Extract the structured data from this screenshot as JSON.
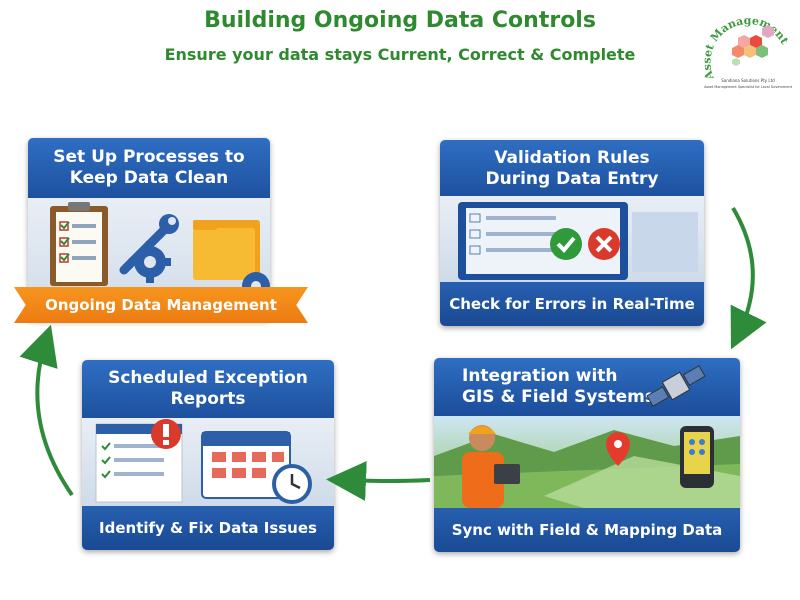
{
  "header": {
    "title": "Building Ongoing Data Controls",
    "subtitle": "Ensure your data stays Current, Correct & Complete"
  },
  "logo": {
    "text": "Asset Management",
    "line1": "Sandiana Solutions Pty Ltd",
    "line2": "Asset Management Specialist for Local Government"
  },
  "cards": {
    "setup": {
      "title_line1": "Set Up Processes to",
      "title_line2": "Keep Data Clean",
      "ribbon": "Ongoing Data Management"
    },
    "validation": {
      "title_line1": "Validation Rules",
      "title_line2": "During Data Entry",
      "footer": "Check for Errors in Real-Time"
    },
    "integration": {
      "title_line1": "Integration with",
      "title_line2": "GIS & Field Systems",
      "footer": "Sync with Field & Mapping Data"
    },
    "exceptions": {
      "title_line1": "Scheduled Exception",
      "title_line2": "Reports",
      "footer": "Identify & Fix Data Issues"
    }
  },
  "colors": {
    "title_green": "#2f8a2f",
    "card_blue": "#1f56a8",
    "ribbon_orange": "#f08a1a",
    "arrow_green": "#2e8b3a"
  },
  "icons": [
    "clipboard-checklist-icon",
    "wrench-icon",
    "gear-icon",
    "folder-icon",
    "monitor-icon",
    "check-icon",
    "cross-icon",
    "map-pin-icon",
    "satellite-icon",
    "gps-device-icon",
    "worker-icon",
    "exclamation-icon",
    "calendar-icon",
    "clock-icon",
    "report-icon"
  ]
}
